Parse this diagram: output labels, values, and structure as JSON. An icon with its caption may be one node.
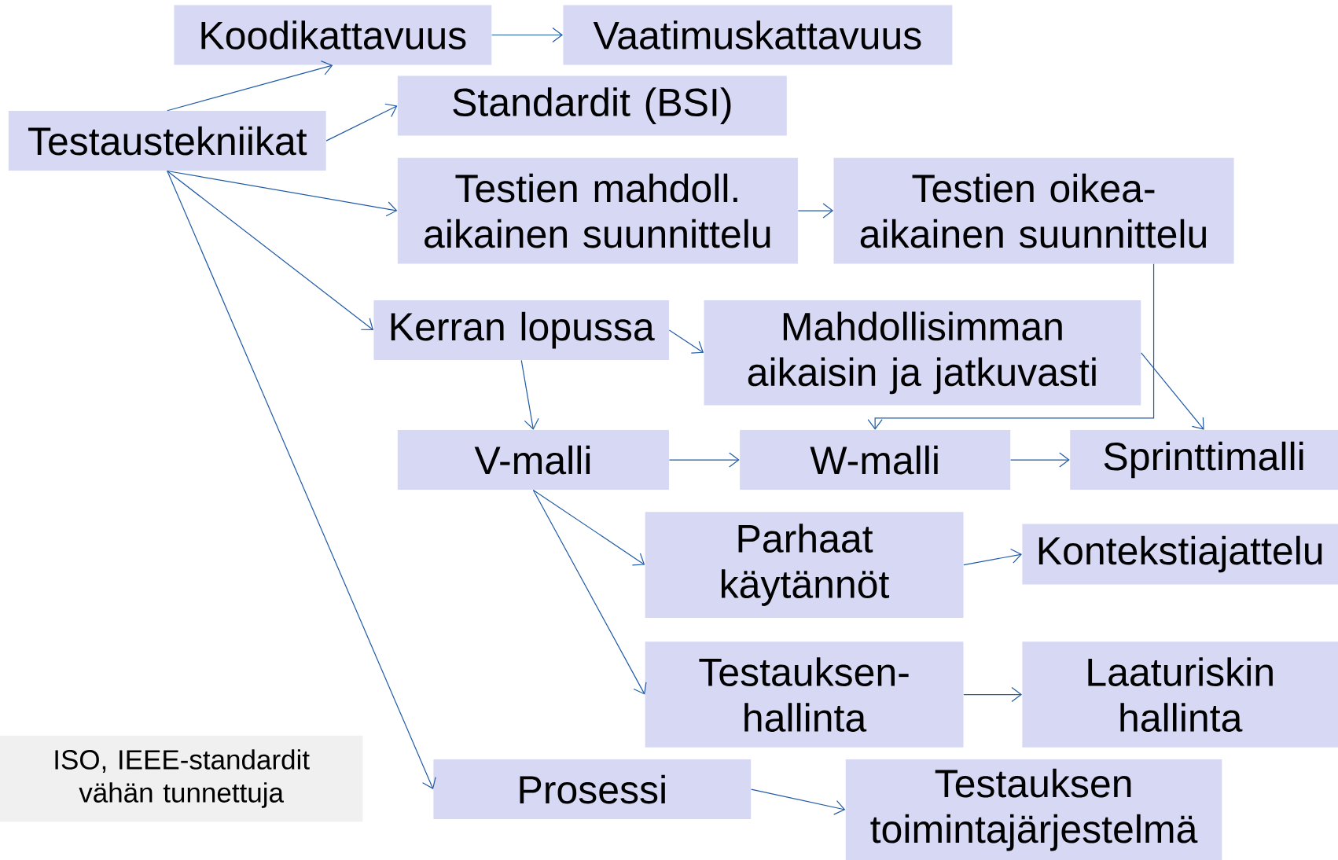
{
  "diagram": {
    "nodes": [
      {
        "text": [
          "Koodikattavuus"
        ]
      },
      {
        "text": [
          "Vaatimuskattavuus"
        ]
      },
      {
        "text": [
          "Testaustekniikat"
        ]
      },
      {
        "text": [
          "Standardit (BSI)"
        ]
      },
      {
        "text": [
          "Testien mahdoll. aikainen suunnittelu"
        ]
      },
      {
        "text": [
          "Testien oikea-aikainen suunnittelu"
        ]
      },
      {
        "text": [
          "Kerran lopussa"
        ]
      },
      {
        "text": [
          "Mahdollisimman aikaisin ja jatkuvasti"
        ]
      },
      {
        "text": [
          "V-malli"
        ]
      },
      {
        "text": [
          "W-malli"
        ]
      },
      {
        "text": [
          "Sprinttimalli"
        ]
      },
      {
        "text": [
          "Parhaat käytännöt"
        ]
      },
      {
        "text": [
          "Kontekstiajattelu"
        ]
      },
      {
        "text": [
          "Testauksen-hallinta"
        ]
      },
      {
        "text": [
          "Laaturiskin hallinta"
        ]
      },
      {
        "text": [
          "ISO, IEEE-standardit vähän tunnettuja"
        ]
      },
      {
        "text": [
          "Prosessi"
        ]
      },
      {
        "text": [
          "Testauksen toimintajärjestelmä"
        ]
      }
    ],
    "edges": [
      {
        "from": 0,
        "to": 1,
        "arrow": "to"
      },
      {
        "from": 2,
        "to": 0,
        "arrow": "to"
      },
      {
        "from": 2,
        "to": 3,
        "arrow": "to"
      },
      {
        "from": 2,
        "to": 4,
        "arrow": "to"
      },
      {
        "from": 4,
        "to": 5,
        "arrow": "to"
      },
      {
        "from": 2,
        "to": 6,
        "arrow": "to"
      },
      {
        "from": 6,
        "to": 7,
        "arrow": "to"
      },
      {
        "from": 5,
        "to": 9,
        "arrow": "to"
      },
      {
        "from": 7,
        "to": 10,
        "arrow": "to"
      },
      {
        "from": 6,
        "to": 8,
        "arrow": "to"
      },
      {
        "from": 8,
        "to": 9,
        "arrow": "to"
      },
      {
        "from": 9,
        "to": 10,
        "arrow": "to"
      },
      {
        "from": 8,
        "to": 11,
        "arrow": "to"
      },
      {
        "from": 11,
        "to": 12,
        "arrow": "to"
      },
      {
        "from": 8,
        "to": 13,
        "arrow": "to"
      },
      {
        "from": 13,
        "to": 14,
        "arrow": "to"
      },
      {
        "from": 2,
        "to": 16,
        "arrow": "to"
      },
      {
        "from": 16,
        "to": 17,
        "arrow": "to"
      }
    ]
  }
}
